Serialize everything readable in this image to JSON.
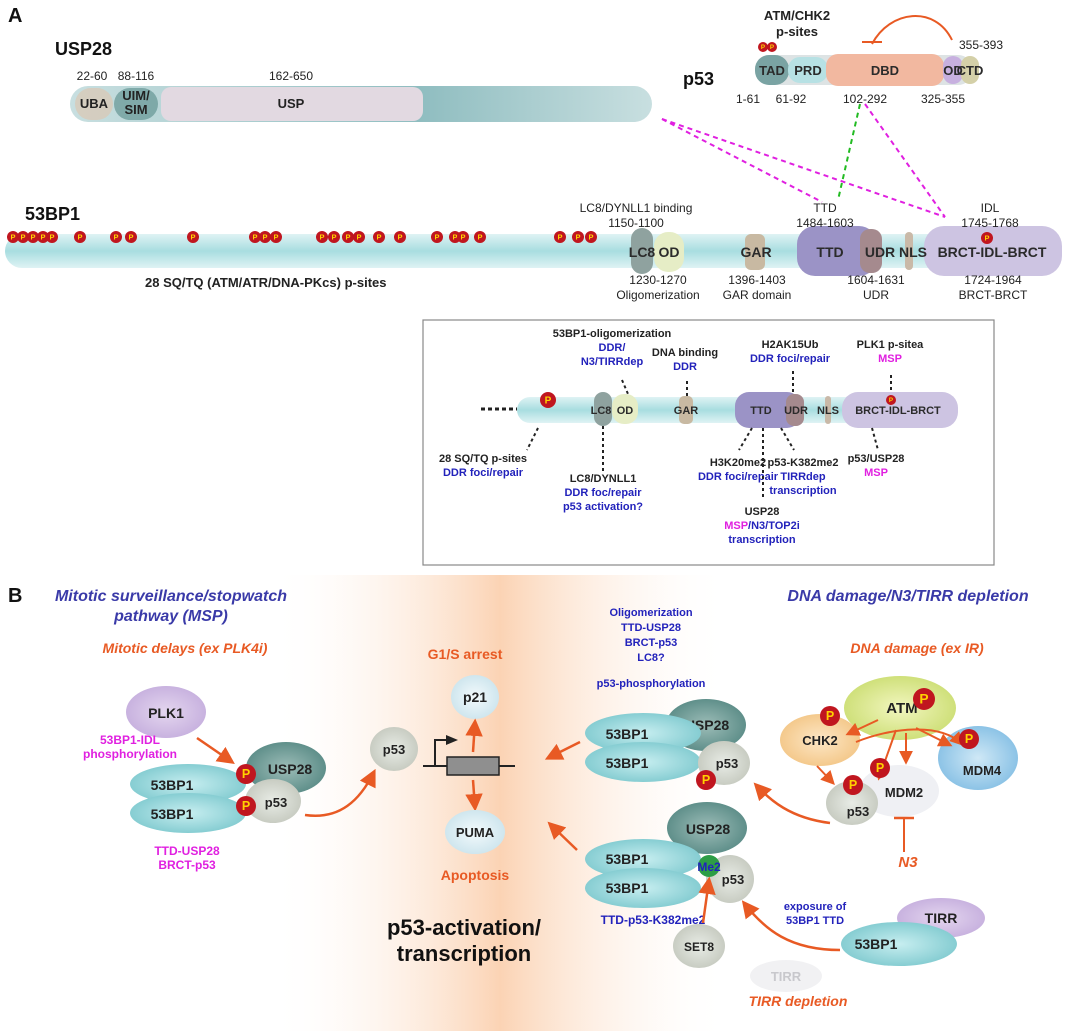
{
  "panelA": {
    "label": "A",
    "usp28": {
      "title": "USP28",
      "domains": [
        {
          "name": "UBA",
          "range": "22-60"
        },
        {
          "name": "UIM/\nSIM",
          "range": "88-116"
        },
        {
          "name": "USP",
          "range": "162-650"
        }
      ]
    },
    "p53": {
      "title": "p53",
      "psites_label": "ATM/CHK2\np-sites",
      "domains": [
        {
          "name": "TAD",
          "range": "1-61"
        },
        {
          "name": "PRD",
          "range": "61-92"
        },
        {
          "name": "DBD",
          "range": "102-292"
        },
        {
          "name": "OD",
          "range": "325-355"
        },
        {
          "name": "CTD",
          "range": "355-393"
        }
      ]
    },
    "bp53": {
      "title": "53BP1",
      "psites_label": "28 SQ/TQ (ATM/ATR/DNA-PKcs) p-sites",
      "p_glyph": "P",
      "domains": [
        "LC8",
        "OD",
        "GAR",
        "TTD",
        "UDR",
        "NLS",
        "BRCT-IDL-BRCT"
      ],
      "top_labels": [
        {
          "text": "LC8/DYNLL1 binding\n1150-1100"
        },
        {
          "text": "TTD\n1484-1603"
        },
        {
          "text": "IDL\n1745-1768"
        }
      ],
      "bottom_labels": [
        {
          "text": "1230-1270\nOligomerization"
        },
        {
          "text": "1396-1403\nGAR domain"
        },
        {
          "text": "1604-1631\nUDR"
        },
        {
          "text": "1724-1964\nBRCT-BRCT"
        }
      ]
    },
    "inset": {
      "domains": [
        "LC8",
        "OD",
        "GAR",
        "TTD",
        "UDR",
        "NLS",
        "BRCT-IDL-BRCT"
      ],
      "annotations": [
        {
          "lines": [
            {
              "t": "53BP1-oligomerization",
              "c": "#222222"
            },
            {
              "t": "DDR/",
              "c": "#2222bb"
            },
            {
              "t": "N3/TIRRdep",
              "c": "#2222bb"
            }
          ]
        },
        {
          "lines": [
            {
              "t": "DNA binding",
              "c": "#222222"
            },
            {
              "t": "DDR",
              "c": "#2222bb"
            }
          ]
        },
        {
          "lines": [
            {
              "t": "H2AK15Ub",
              "c": "#222222"
            },
            {
              "t": "DDR foci/repair",
              "c": "#2222bb"
            }
          ]
        },
        {
          "lines": [
            {
              "t": "PLK1 p-sitea",
              "c": "#222222"
            },
            {
              "t": "MSP",
              "c": "#e020e0"
            }
          ]
        },
        {
          "lines": [
            {
              "t": "28 SQ/TQ p-sites",
              "c": "#222222"
            },
            {
              "t": "DDR foci/repair",
              "c": "#2222bb"
            }
          ]
        },
        {
          "lines": [
            {
              "t": "LC8/DYNLL1",
              "c": "#222222"
            },
            {
              "t": "DDR foc/repair",
              "c": "#2222bb"
            },
            {
              "t": "p53 activation?",
              "c": "#2222bb"
            }
          ]
        },
        {
          "lines": [
            {
              "t": "H3K20me2",
              "c": "#222222"
            },
            {
              "t": "DDR foci/repair",
              "c": "#2222bb"
            }
          ]
        },
        {
          "lines": [
            {
              "t": "USP28",
              "c": "#222222"
            },
            {
              "t": "transcription",
              "c": "#2222bb"
            }
          ]
        },
        {
          "lines": [
            {
              "t": "p53-K382me2",
              "c": "#222222"
            },
            {
              "t": "TIRRdep",
              "c": "#2222bb"
            },
            {
              "t": "transcription",
              "c": "#2222bb"
            }
          ]
        },
        {
          "lines": [
            {
              "t": "p53/USP28",
              "c": "#222222"
            },
            {
              "t": "MSP",
              "c": "#e020e0"
            }
          ]
        }
      ],
      "usp28_mixed": [
        {
          "t": "MSP",
          "c": "#e020e0"
        },
        {
          "t": "/N3/TOP2i",
          "c": "#2222bb"
        }
      ]
    }
  },
  "panelB": {
    "label": "B",
    "msp_title": "Mitotic surveillance/stopwatch\npathway (MSP)",
    "msp_sub": "Mitotic delays (ex PLK4i)",
    "dd_title": "DNA damage/N3/TIRR depletion",
    "dd_sub": "DNA damage (ex IR)",
    "g1s": "G1/S arrest",
    "apoptosis": "Apoptosis",
    "central": "p53-activation/\ntranscription",
    "tirr_depletion": "TIRR depletion",
    "n3": "N3",
    "mid_notes": "Oligomerization\nTTD-USP28\nBRCT-p53\nLC8?",
    "p53_phos": "p53-phosphorylation",
    "plk1_label": "53BP1-IDL\nphosphorylation",
    "msp_link": "TTD-USP28\nBRCT-p53",
    "k382": "TTD-p53-K382me2",
    "exposure": "exposure of\n53BP1 TTD",
    "nodes": {
      "plk1": "PLK1",
      "usp28": "USP28",
      "bp53": "53BP1",
      "p53": "p53",
      "p21": "p21",
      "puma": "PUMA",
      "atm": "ATM",
      "chk2": "CHK2",
      "mdm2": "MDM2",
      "mdm4": "MDM4",
      "tirr": "TIRR",
      "set8": "SET8",
      "me2": "Me2"
    }
  },
  "colors": {
    "teal": "#a8dde0",
    "orange": "#e85a24",
    "magenta": "#e020e0",
    "blue": "#2222bb",
    "title_blue": "#3a3aa8",
    "p_badge": "#c0161f",
    "p_letter": "#ffd200"
  }
}
